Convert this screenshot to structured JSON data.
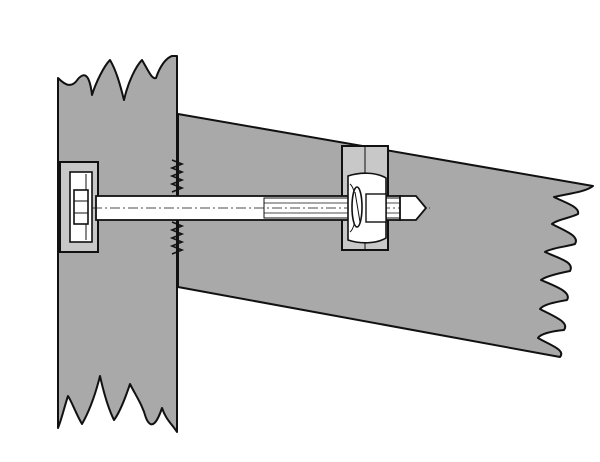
{
  "diagram": {
    "type": "technical-drawing",
    "subject": "bolted-timber-joint",
    "components": [
      {
        "name": "vertical-post",
        "kind": "timber",
        "broken_ends": [
          "top",
          "bottom"
        ]
      },
      {
        "name": "inclined-beam",
        "kind": "timber",
        "broken_ends": [
          "right"
        ]
      },
      {
        "name": "bolt",
        "kind": "hex-bolt",
        "threaded_end": true
      },
      {
        "name": "washer-plate-left",
        "kind": "square-washer"
      },
      {
        "name": "hex-head",
        "kind": "bolt-head"
      },
      {
        "name": "cross-dowel-nut",
        "kind": "barrel-nut"
      },
      {
        "name": "recess-pocket-left",
        "kind": "mortise"
      },
      {
        "name": "recess-pocket-right",
        "kind": "mortise"
      },
      {
        "name": "joint-gap",
        "kind": "serrated-connector"
      }
    ]
  },
  "colors": {
    "wood": "#a9a9a9",
    "wood_light": "#c8c8c8",
    "steel": "#ffffff",
    "outline": "#111111",
    "background": "#ffffff"
  }
}
